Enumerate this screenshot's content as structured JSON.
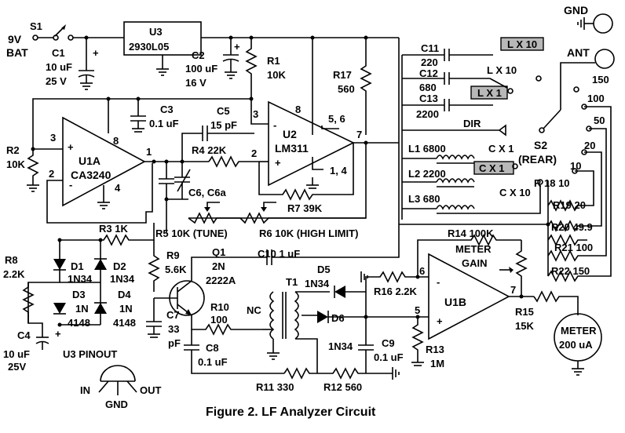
{
  "figure": {
    "caption": "Figure 2.  LF Analyzer Circuit"
  },
  "power": {
    "switch": "S1",
    "battery_1": "9V",
    "battery_2": "BAT",
    "c1": [
      "C1",
      "10 uF",
      "25 V"
    ],
    "c2": [
      "C2",
      "100 uF",
      "16 V"
    ],
    "reg": [
      "U3",
      "2930L05"
    ],
    "gnd": "GND",
    "ant": "ANT"
  },
  "parts": {
    "r1": [
      "R1",
      "10K"
    ],
    "r17": [
      "R17",
      "560"
    ],
    "c3": [
      "C3",
      "0.1 uF"
    ],
    "c5": [
      "C5",
      "15 pF"
    ],
    "r4": "R4  22K",
    "r2": [
      "R2",
      "10K"
    ],
    "u1a": [
      "U1A",
      "CA3240"
    ],
    "u2": [
      "U2",
      "LM311"
    ],
    "c6": "C6, C6a",
    "r7": "R7   39K",
    "r3": "R3   1K",
    "r5": "R5  10K (TUNE)",
    "r6": "R6  10K (HIGH LIMIT)",
    "r8": [
      "R8",
      "2.2K"
    ],
    "c4": [
      "C4",
      "10 uF",
      "25V"
    ],
    "d1": [
      "D1",
      "1N34"
    ],
    "d2": [
      "D2",
      "1N34"
    ],
    "d3": [
      "D3",
      "1N",
      "4148"
    ],
    "d4": [
      "D4",
      "1N",
      "4148"
    ],
    "r9": [
      "R9",
      "5.6K"
    ],
    "q1": [
      "Q1",
      "2N",
      "2222A"
    ],
    "c7": [
      "C7",
      "33",
      "pF"
    ],
    "r10": [
      "R10",
      "100"
    ],
    "c8": [
      "C8",
      "0.1 uF"
    ],
    "c10": "C10   1 uF",
    "t1": "T1",
    "nc": "NC",
    "d5": [
      "D5",
      "1N34"
    ],
    "d6": [
      "D6",
      "1N34"
    ],
    "c9": [
      "C9",
      "0.1 uF"
    ],
    "r11": "R11   330",
    "r12": "R12   560",
    "r13": [
      "R13",
      "1M"
    ],
    "r16": "R16   2.2K",
    "u1b": "U1B",
    "r14": "R14   100K",
    "meter_gain": [
      "METER",
      "GAIN"
    ],
    "r15": [
      "R15",
      "15K"
    ],
    "meter": [
      "METER",
      "200 uA"
    ],
    "pinout": "U3 PINOUT",
    "pin_in": "IN",
    "pin_gnd": "GND",
    "pin_out": "OUT",
    "c11": [
      "C11",
      "220"
    ],
    "c12": [
      "C12",
      "680"
    ],
    "c13": [
      "C13",
      "2200"
    ],
    "l1": "L1  6800",
    "l2": "L2  2200",
    "l3": "L3  680",
    "lx10_box": "L X 10",
    "lx10": "L X 10",
    "lx1_box": "L X 1",
    "cx1": "C X 1",
    "cx1_box": "C X 1",
    "cx10": "C X 10",
    "dir": "DIR",
    "s2": [
      "S2",
      "(REAR)"
    ],
    "r18": "R 18   10",
    "r19": "R19   20",
    "r20": "R20  49.9",
    "r21": "R21    100",
    "r22": "R22   150",
    "taps": [
      "150",
      "100",
      "50",
      "20",
      "10"
    ],
    "pins": {
      "u1a_3": "3",
      "u1a_2": "2",
      "u1a_8": "8",
      "u1a_4": "4",
      "u1a_1": "1",
      "u2_8": "8",
      "u2_3": "3",
      "u2_2": "2",
      "u2_56": "5, 6",
      "u2_7": "7",
      "u2_14": "1, 4",
      "u1b_6": "6",
      "u1b_5": "5",
      "u1b_7": "7"
    }
  }
}
